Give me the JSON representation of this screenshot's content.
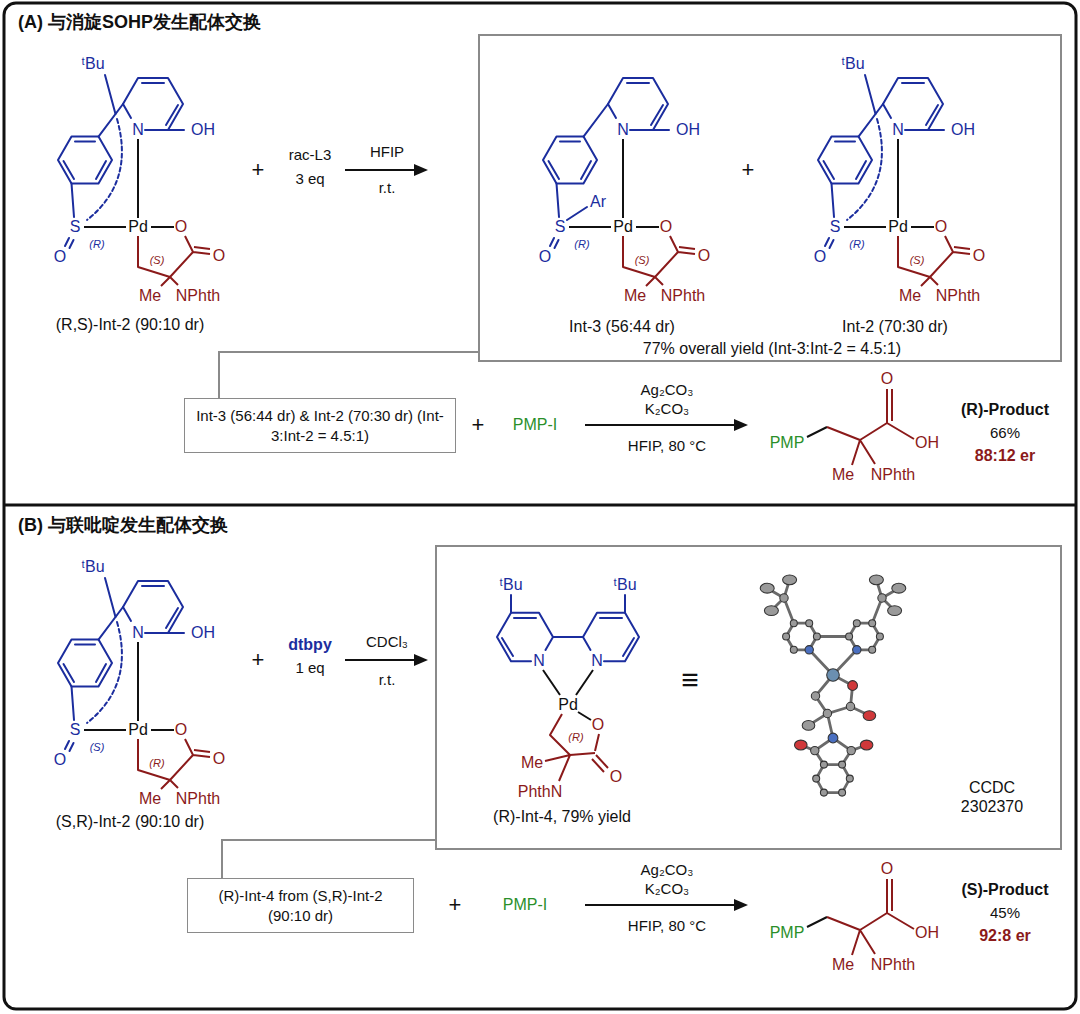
{
  "diagram": {
    "nodes": [
      {
        "text": [
          "Int-3 (56:44 dr)",
          "Int-2 (70:30 dr)",
          "77% overall yield (Int-3:Int-2 = 4.5:1)"
        ]
      },
      {
        "text": [
          "Int-3 (56:44 dr) & Int-2 (70:30 dr) (Int-3:Int-2 = 4.5:1)"
        ]
      },
      {
        "text": [
          "(R)-Int-4, 79% yield",
          "CCDC 2302370"
        ]
      },
      {
        "text": [
          "(R)-Int-4 from (S,R)-Int-2 (90:10 dr)"
        ]
      }
    ],
    "edges": [
      {
        "from": 0,
        "to": 1,
        "arrow": "none"
      },
      {
        "from": 2,
        "to": 3,
        "arrow": "none"
      }
    ],
    "labels": [
      "(A) 与消旋SOHP发生配体交换",
      "ᵗBu",
      "N",
      "OH",
      "O",
      "S",
      "(R)",
      "Pd",
      "O",
      "O",
      "(S)",
      "Me",
      "NPhth",
      "(R,S)-Int-2 (90:10 dr)",
      "+",
      "rac-L3",
      "3 eq",
      "HFIP",
      "r.t.",
      "N",
      "OH",
      "Ar",
      "O",
      "S",
      "(R)",
      "Pd",
      "O",
      "O",
      "(S)",
      "Me",
      "NPhth",
      "+",
      "ᵗBu",
      "N",
      "OH",
      "O",
      "S",
      "(R)",
      "Pd",
      "O",
      "O",
      "(S)",
      "Me",
      "NPhth",
      "+",
      "PMP-I",
      "Ag₂CO₃",
      "K₂CO₃",
      "HFIP, 80 °C",
      "O",
      "PMP",
      "OH",
      "Me",
      "NPhth",
      "(R)-Product",
      "66%",
      "88:12 er",
      "(B) 与联吡啶发生配体交换",
      "ᵗBu",
      "N",
      "OH",
      "O",
      "S",
      "(S)",
      "Pd",
      "O",
      "O",
      "(R)",
      "Me",
      "NPhth",
      "(S,R)-Int-2 (90:10 dr)",
      "+",
      "dtbpy",
      "1 eq",
      "CDCl₃",
      "r.t.",
      "ᵗBu",
      "ᵗBu",
      "N",
      "Pd",
      "N",
      "O",
      "(R)",
      "Me",
      "O",
      "PhthN",
      "≡",
      "+",
      "PMP-I",
      "Ag₂CO₃",
      "K₂CO₃",
      "HFIP, 80 °C",
      "O",
      "PMP",
      "OH",
      "Me",
      "NPhth",
      "(S)-Product",
      "45%",
      "92:8 er"
    ]
  }
}
